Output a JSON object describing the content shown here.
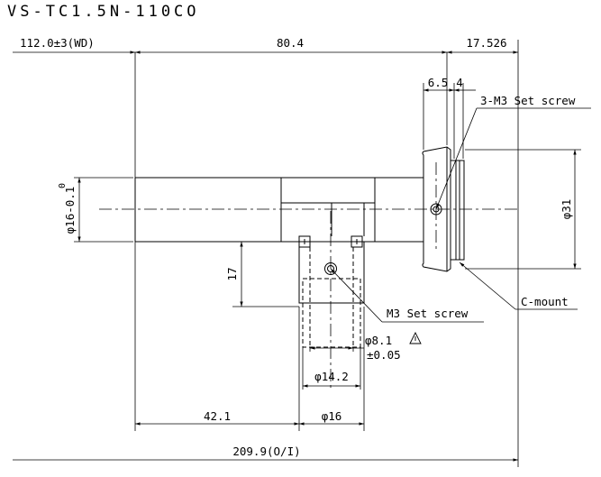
{
  "drawing": {
    "title": "VS-TC1.5N-110CO",
    "dimensions": {
      "wd": "112.0±3(WD)",
      "length_main": "80.4",
      "length_mount": "17.526",
      "d_6_5": "6.5",
      "d_4": "4",
      "dia_16_tol": "φ16-0.1",
      "tol_upper": "0",
      "dia_31": "φ31",
      "height_17": "17",
      "dia_8_1": "φ8.1",
      "tol_8_1": "±0.05",
      "dia_14_2": "φ14.2",
      "len_42_1": "42.1",
      "dia_16": "φ16",
      "total": "209.9(O/I)"
    },
    "labels": {
      "set_screw_3": "3-M3 Set screw",
      "set_screw_m3": "M3 Set screw",
      "c_mount": "C-mount"
    }
  }
}
